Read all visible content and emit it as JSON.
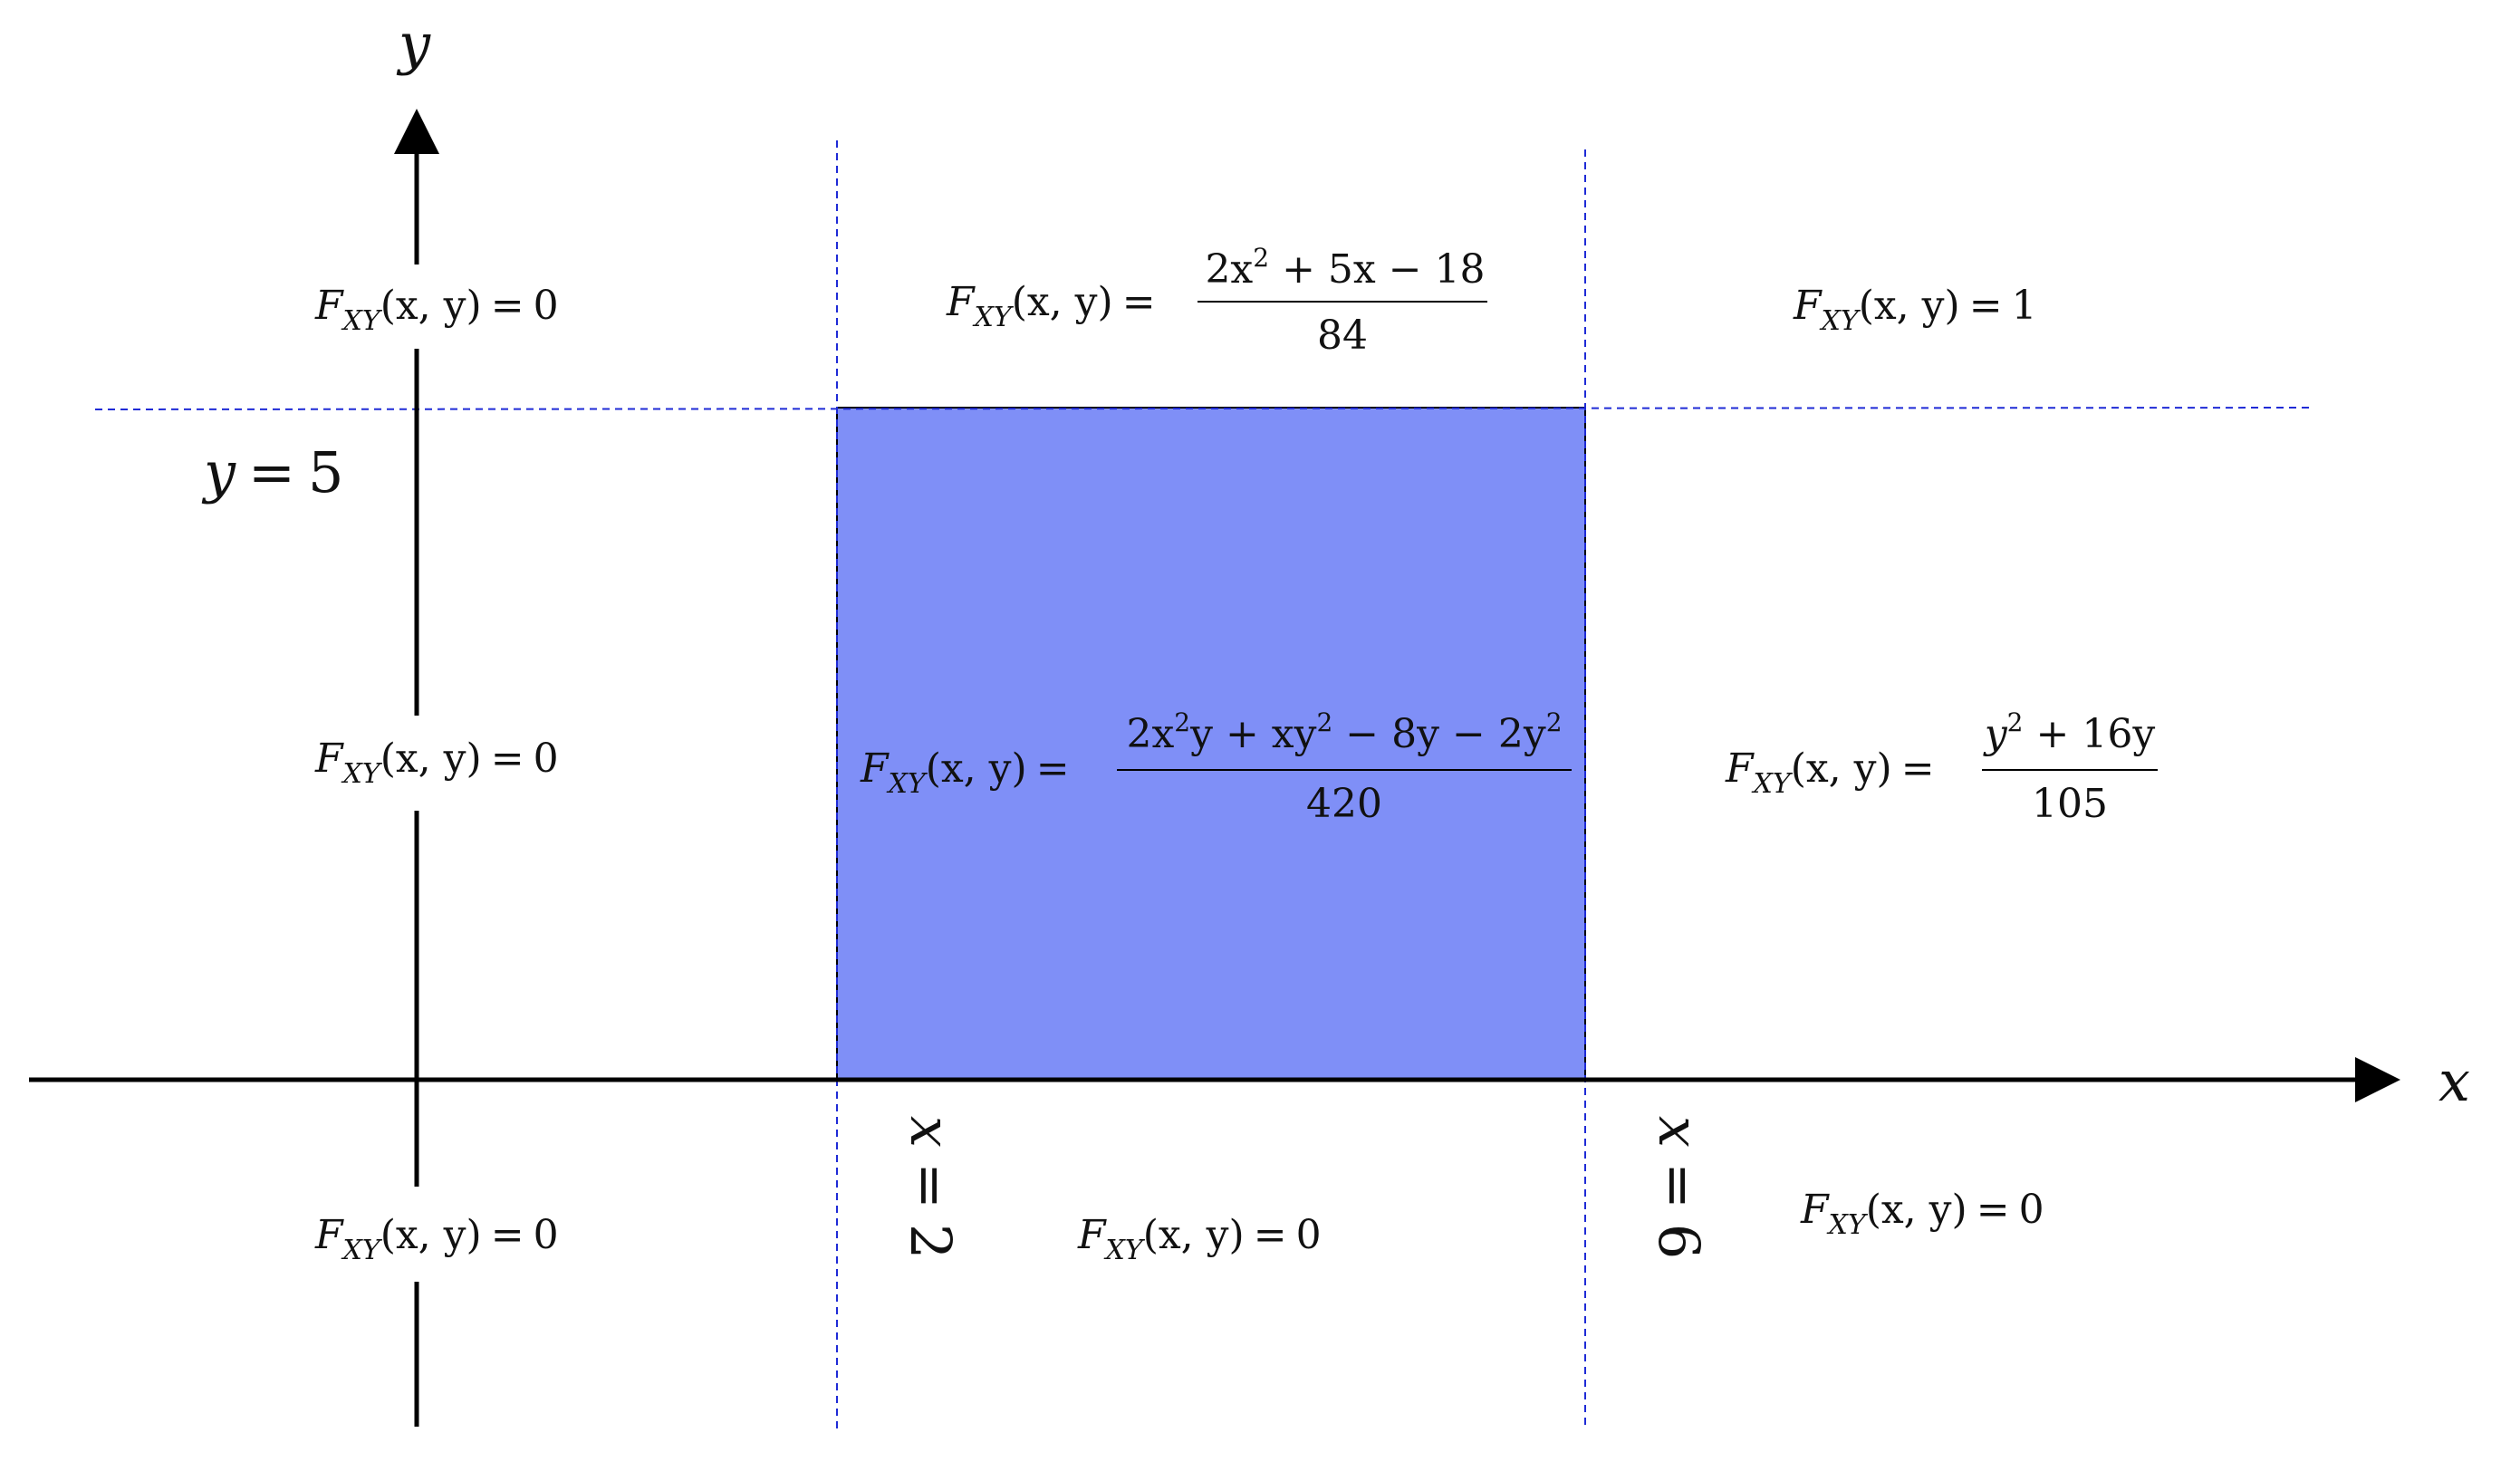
{
  "colors": {
    "region": "#7f8ff7",
    "dashed": "#1f2bd6",
    "axis": "#000000"
  },
  "axes": {
    "x_label": "x",
    "y_label": "y"
  },
  "boundaries": {
    "x_left": {
      "var": "x",
      "eq": "=",
      "val": "2"
    },
    "x_right": {
      "var": "x",
      "eq": "=",
      "val": "6"
    },
    "y_top": {
      "var": "y",
      "eq": "=",
      "val": "5"
    }
  },
  "regions": {
    "top_left": {
      "F": "F",
      "sub": "XY",
      "args": "(x, y)",
      "eq": "=",
      "rhs": "0"
    },
    "top_mid": {
      "F": "F",
      "sub": "XY",
      "args": "(x, y)",
      "eq": "=",
      "num": {
        "a": "2x",
        "a_exp": "2",
        "b": " + 5x − 18"
      },
      "den": "84"
    },
    "top_right": {
      "F": "F",
      "sub": "XY",
      "args": "(x, y)",
      "eq": "=",
      "rhs": "1"
    },
    "mid_left": {
      "F": "F",
      "sub": "XY",
      "args": "(x, y)",
      "eq": "=",
      "rhs": "0"
    },
    "center": {
      "F": "F",
      "sub": "XY",
      "args": "(x, y)",
      "eq": "=",
      "num": {
        "a": "2x",
        "a_exp": "2",
        "b": "y + xy",
        "b_exp": "2",
        "c": " − 8y − 2y",
        "c_exp": "2"
      },
      "den": "420"
    },
    "mid_right": {
      "F": "F",
      "sub": "XY",
      "args": "(x, y)",
      "eq": "=",
      "num": {
        "a": "y",
        "a_exp": "2",
        "b": " + 16y"
      },
      "den": "105"
    },
    "bottom_left": {
      "F": "F",
      "sub": "XY",
      "args": "(x, y)",
      "eq": "=",
      "rhs": "0"
    },
    "bottom_mid": {
      "F": "F",
      "sub": "XY",
      "args": "(x, y)",
      "eq": "=",
      "rhs": "0"
    },
    "bottom_right": {
      "F": "F",
      "sub": "XY",
      "args": "(x, y)",
      "eq": "=",
      "rhs": "0"
    }
  }
}
